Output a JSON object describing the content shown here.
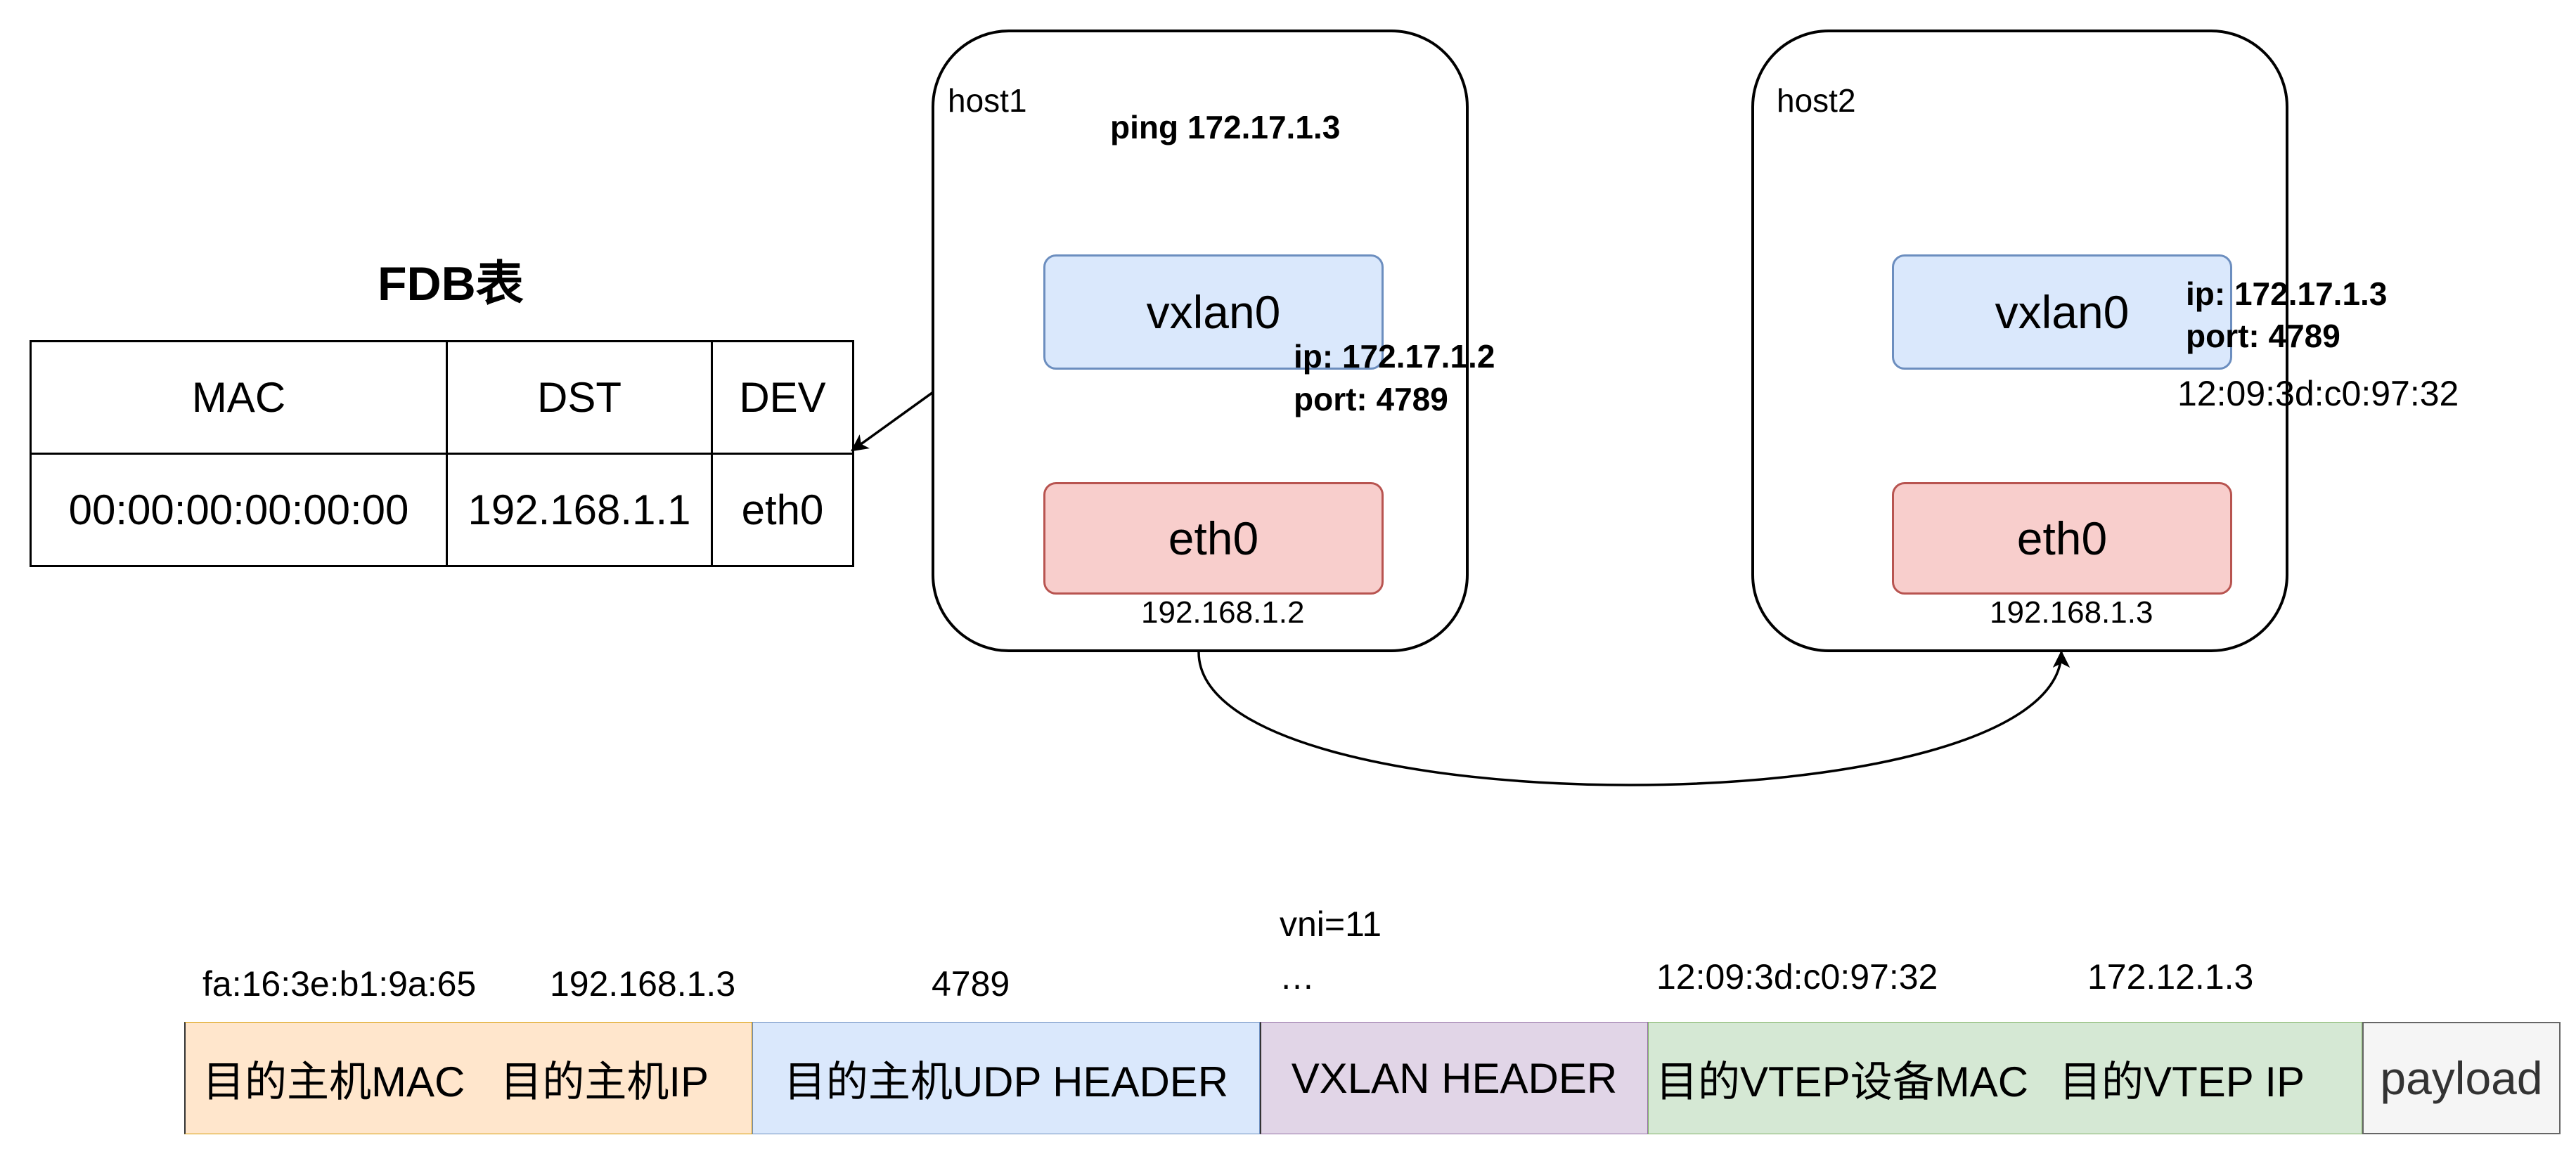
{
  "fdb": {
    "title": "FDB表",
    "headers": [
      "MAC",
      "DST",
      "DEV"
    ],
    "row": [
      "00:00:00:00:00:00",
      "192.168.1.1",
      "eth0"
    ]
  },
  "host1": {
    "label": "host1",
    "command": "ping 172.17.1.3",
    "vxlan": "vxlan0",
    "vxlan_ip": "ip: 172.17.1.2",
    "vxlan_port": "port: 4789",
    "eth": "eth0",
    "eth_ip": "192.168.1.2"
  },
  "host2": {
    "label": "host2",
    "vxlan": "vxlan0",
    "vxlan_ip": "ip: 172.17.1.3",
    "vxlan_port": "port: 4789",
    "vxlan_mac": "12:09:3d:c0:97:32",
    "eth": "eth0",
    "eth_ip": "192.168.1.3"
  },
  "packet": {
    "above": {
      "mac": "fa:16:3e:b1:9a:65",
      "ip": "192.168.1.3",
      "udp": "4789",
      "vni": "vni=11",
      "ellipsis": "…",
      "vtep_mac": "12:09:3d:c0:97:32",
      "vtep_ip": "172.12.1.3"
    },
    "segments": {
      "dst_mac": "目的主机MAC",
      "dst_ip": "目的主机IP",
      "udp_header": "目的主机UDP HEADER",
      "vxlan_header": "VXLAN HEADER",
      "vtep_mac": "目的VTEP设备MAC",
      "vtep_ip": "目的VTEP IP",
      "payload": "payload"
    },
    "colors": {
      "outer_eth_ip": "#ffe6cc",
      "udp": "#dae8fc",
      "vxlan": "#e1d5e7",
      "inner": "#d5e8d4",
      "payload": "#f5f5f5"
    }
  }
}
